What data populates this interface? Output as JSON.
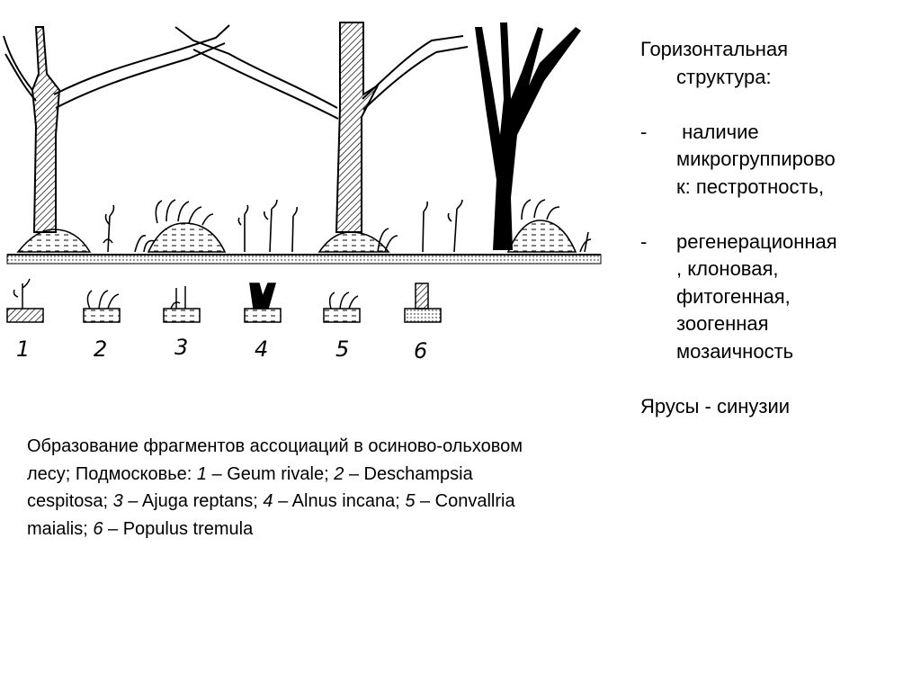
{
  "caption": {
    "parts": [
      {
        "t": "Образование фрагментов ассоциаций в осиново-ольховом лесу; Подмосковье: ",
        "i": false
      },
      {
        "t": "1",
        "i": true
      },
      {
        "t": " – Geum rivale; ",
        "i": false
      },
      {
        "t": "2",
        "i": true
      },
      {
        "t": " – Deschampsia cespitosa; ",
        "i": false
      },
      {
        "t": "3",
        "i": true
      },
      {
        "t": " – Ajuga reptans; ",
        "i": false
      },
      {
        "t": "4",
        "i": true
      },
      {
        "t": " – Alnus incana; ",
        "i": false
      },
      {
        "t": "5",
        "i": true
      },
      {
        "t": " – Convallria maialis; ",
        "i": false
      },
      {
        "t": "6",
        "i": true
      },
      {
        "t": " – Populus tremula",
        "i": false
      }
    ]
  },
  "legend": {
    "numbers": [
      "1",
      "2",
      "3",
      "4",
      "5",
      "6"
    ]
  },
  "panel": {
    "heading_line1": "Горизонтальная",
    "heading_line2": "структура:",
    "bullet1_dash": "-",
    "bullet1_lines": [
      " наличие",
      "микрогруппирово",
      "к: пестротность,"
    ],
    "bullet2_dash": "-",
    "bullet2_lines": [
      "регенерационная",
      ", клоновая,",
      "фитогенная,",
      "зоогенная",
      "мозаичность"
    ],
    "footer": "Ярусы - синузии"
  }
}
